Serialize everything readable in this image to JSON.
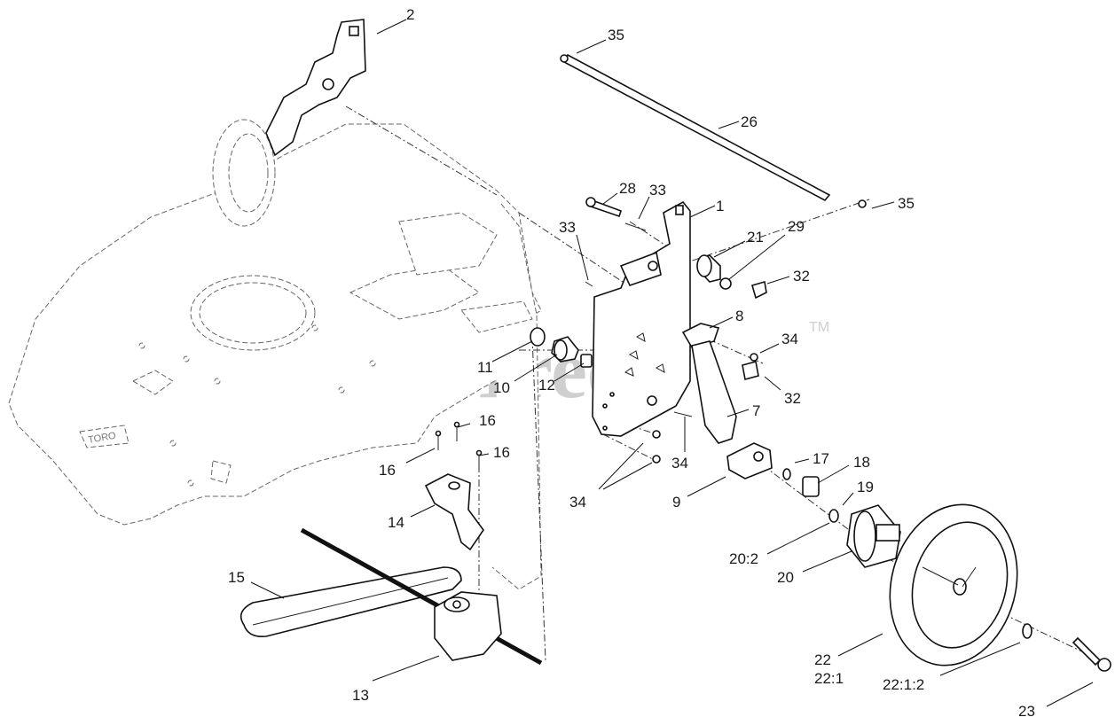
{
  "watermark": {
    "text": "PartsTree",
    "trademark": "TM"
  },
  "deck_logo": "TORO",
  "callouts": [
    {
      "id": "c2",
      "text": "2"
    },
    {
      "id": "c35a",
      "text": "35"
    },
    {
      "id": "c26",
      "text": "26"
    },
    {
      "id": "c28",
      "text": "28"
    },
    {
      "id": "c33a",
      "text": "33"
    },
    {
      "id": "c1",
      "text": "1"
    },
    {
      "id": "c35b",
      "text": "35"
    },
    {
      "id": "c33b",
      "text": "33"
    },
    {
      "id": "c21",
      "text": "21"
    },
    {
      "id": "c29",
      "text": "29"
    },
    {
      "id": "c32a",
      "text": "32"
    },
    {
      "id": "c8",
      "text": "8"
    },
    {
      "id": "c34a",
      "text": "34"
    },
    {
      "id": "c11",
      "text": "11"
    },
    {
      "id": "c10",
      "text": "10"
    },
    {
      "id": "c12",
      "text": "12"
    },
    {
      "id": "c32b",
      "text": "32"
    },
    {
      "id": "c7",
      "text": "7"
    },
    {
      "id": "c16a",
      "text": "16"
    },
    {
      "id": "c16b",
      "text": "16"
    },
    {
      "id": "c16c",
      "text": "16"
    },
    {
      "id": "c34b",
      "text": "34"
    },
    {
      "id": "c17",
      "text": "17"
    },
    {
      "id": "c18",
      "text": "18"
    },
    {
      "id": "c9",
      "text": "9"
    },
    {
      "id": "c19",
      "text": "19"
    },
    {
      "id": "c34c",
      "text": "34"
    },
    {
      "id": "c14",
      "text": "14"
    },
    {
      "id": "c202",
      "text": "20:2"
    },
    {
      "id": "c20",
      "text": "20"
    },
    {
      "id": "c15",
      "text": "15"
    },
    {
      "id": "c22",
      "text": "22"
    },
    {
      "id": "c221",
      "text": "22:1"
    },
    {
      "id": "c2212",
      "text": "22:1:2"
    },
    {
      "id": "c13",
      "text": "13"
    },
    {
      "id": "c23",
      "text": "23"
    }
  ]
}
